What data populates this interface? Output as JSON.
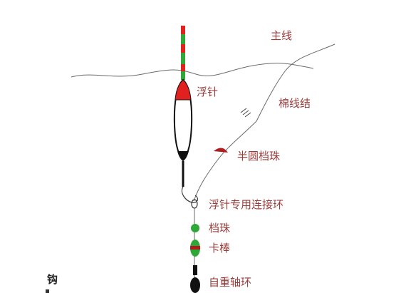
{
  "labels": {
    "main_line": "主线",
    "float": "浮针",
    "cotton_knot": "棉线结",
    "half_bead": "半圆档珠",
    "connector_ring": "浮针专用连接环",
    "stop_bead": "档珠",
    "clamp_rod": "卡棒",
    "self_weight_ring": "自重轴环",
    "hook": "钩"
  },
  "colors": {
    "label_text": "#9a3b39",
    "float_red": "#e0211f",
    "float_green": "#2fa83a",
    "line": "#555555",
    "black": "#111111"
  }
}
